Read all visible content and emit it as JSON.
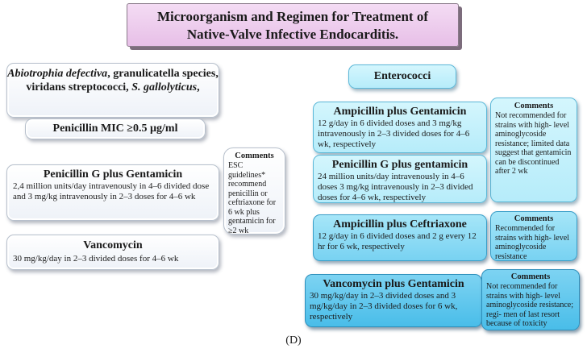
{
  "title": {
    "line1": "Microorganism and Regimen for Treatment of",
    "line2": "Native-Valve Infective Endocarditis."
  },
  "left": {
    "organisms": {
      "part1": "Abiotrophia defectiva",
      "part2": ", granulicatella species, viridans streptococci, ",
      "part3": "S. gallolyticus",
      "part4": ","
    },
    "mic": "Penicillin MIC ≥0.5 µg/ml",
    "penicillin_gentamicin": {
      "heading": "Penicillin G plus Gentamicin",
      "text": "2,4 million units/day intravenously in 4–6 divided dose and 3 mg/kg intravenously in 2–3 doses for 4–6 wk"
    },
    "vancomycin": {
      "heading": "Vancomycin",
      "text": "30 mg/kg/day in 2–3 divided doses for 4–6 wk"
    },
    "comments": {
      "heading": "Comments",
      "text": "ESC guidelines* recommend penicillin or ceftriaxone for 6 wk plus gentamicin for ≥2 wk"
    }
  },
  "right": {
    "header": "Enterococci",
    "ampicillin_gentamicin": {
      "heading": "Ampicillin plus Gentamicin",
      "text": "12 g/day in 6 divided doses and 3 mg/kg intravenously in 2–3 divided doses for 4–6 wk, respectively"
    },
    "comments1": {
      "heading": "Comments",
      "text": "Not recommended for strains with high- level aminoglycoside resistance; limited data suggest that gentamicin can be discontinued after 2 wk"
    },
    "penicillin_gentamicin": {
      "heading": "Penicillin G plus gentamicin",
      "text": "24 million units/day intravenously in 4–6 doses 3 mg/kg intravenously in 2–3 divided doses for 4–6 wk, respectively"
    },
    "ampicillin_ceftriaxone": {
      "heading": "Ampicillin plus Ceftriaxone",
      "text": "12 g/day in 6 divided doses and 2 g every 12 hr for 6 wk, respectively"
    },
    "comments2": {
      "heading": "Comments",
      "text": "Recommended for strains with high- level aminoglycoside resistance"
    },
    "vancomycin_gentamicin": {
      "heading": "Vancomycin plus Gentamicin",
      "text": "30 mg/kg/day in 2–3 divided doses and 3 mg/kg/day in 2–3 divided doses for 6 wk, respectively"
    },
    "comments3": {
      "heading": "Comments",
      "text": "Not recommended for strains with high- level aminoglycoside resistance; regi- men of last resort because of toxicity"
    }
  },
  "panel_label": "(D)"
}
